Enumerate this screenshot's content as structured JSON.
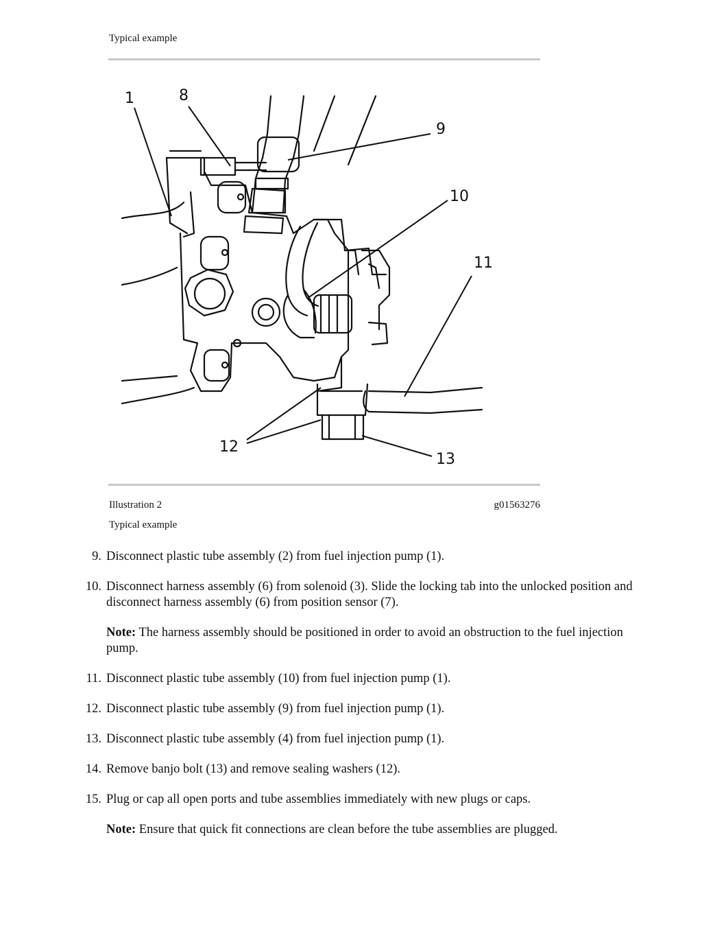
{
  "header": {
    "caption": "Typical example"
  },
  "figure": {
    "callouts": [
      "1",
      "8",
      "9",
      "10",
      "11",
      "12",
      "13"
    ],
    "illustration_label": "Illustration 2",
    "illustration_id": "g01563276",
    "caption": "Typical example"
  },
  "steps": [
    {
      "num": "9.",
      "text": "Disconnect plastic tube assembly (2) from fuel injection pump (1)."
    },
    {
      "num": "10.",
      "text": "Disconnect harness assembly (6) from solenoid (3). Slide the locking tab into the unlocked position and disconnect harness assembly (6) from position sensor (7)."
    },
    {
      "note_label": "Note:",
      "note_text": " The harness assembly should be positioned in order to avoid an obstruction to the fuel injection pump."
    },
    {
      "num": "11.",
      "text": "Disconnect plastic tube assembly (10) from fuel injection pump (1)."
    },
    {
      "num": "12.",
      "text": "Disconnect plastic tube assembly (9) from fuel injection pump (1)."
    },
    {
      "num": "13.",
      "text": "Disconnect plastic tube assembly (4) from fuel injection pump (1)."
    },
    {
      "num": "14.",
      "text": "Remove banjo bolt (13) and remove sealing washers (12)."
    },
    {
      "num": "15.",
      "text": "Plug or cap all open ports and tube assemblies immediately with new plugs or caps."
    },
    {
      "note_label": "Note:",
      "note_text": " Ensure that quick fit connections are clean before the tube assemblies are plugged."
    }
  ]
}
